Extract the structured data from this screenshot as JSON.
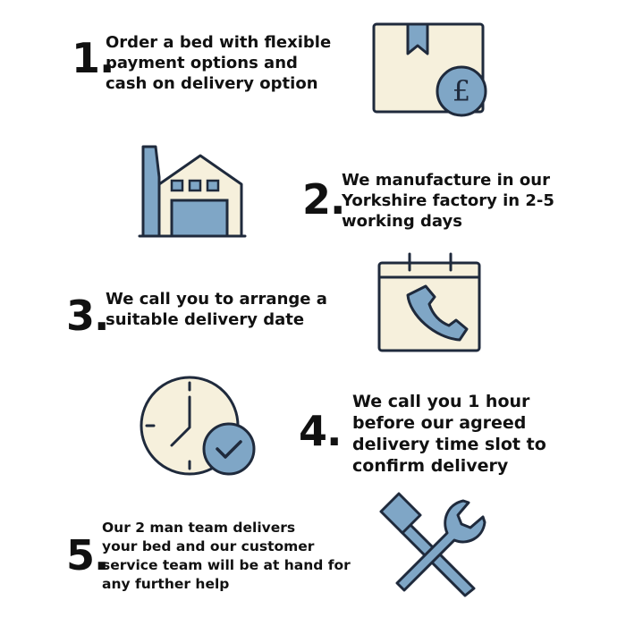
{
  "colors": {
    "outline": "#1f2a3c",
    "cream": "#f6f0dc",
    "blue": "#7fa6c6",
    "ink": "#111111"
  },
  "steps": [
    {
      "number": "1.",
      "lines": [
        "Order a bed with flexible",
        "payment options and",
        "cash on delivery option"
      ],
      "icon": "parcel-pound-icon",
      "currency_symbol": "£"
    },
    {
      "number": "2.",
      "lines": [
        "We manufacture in our",
        "Yorkshire factory in 2-5",
        "working days"
      ],
      "icon": "factory-icon"
    },
    {
      "number": "3.",
      "lines": [
        "We call you to arrange a",
        "suitable delivery date"
      ],
      "icon": "calendar-phone-icon"
    },
    {
      "number": "4.",
      "lines": [
        "We call you 1 hour",
        "before our agreed",
        "delivery time slot to",
        "confirm delivery"
      ],
      "icon": "clock-check-icon"
    },
    {
      "number": "5.",
      "lines": [
        "Our 2 man team delivers",
        "your bed and our customer",
        "service team will be at hand for",
        "any further help"
      ],
      "icon": "tools-icon"
    }
  ]
}
